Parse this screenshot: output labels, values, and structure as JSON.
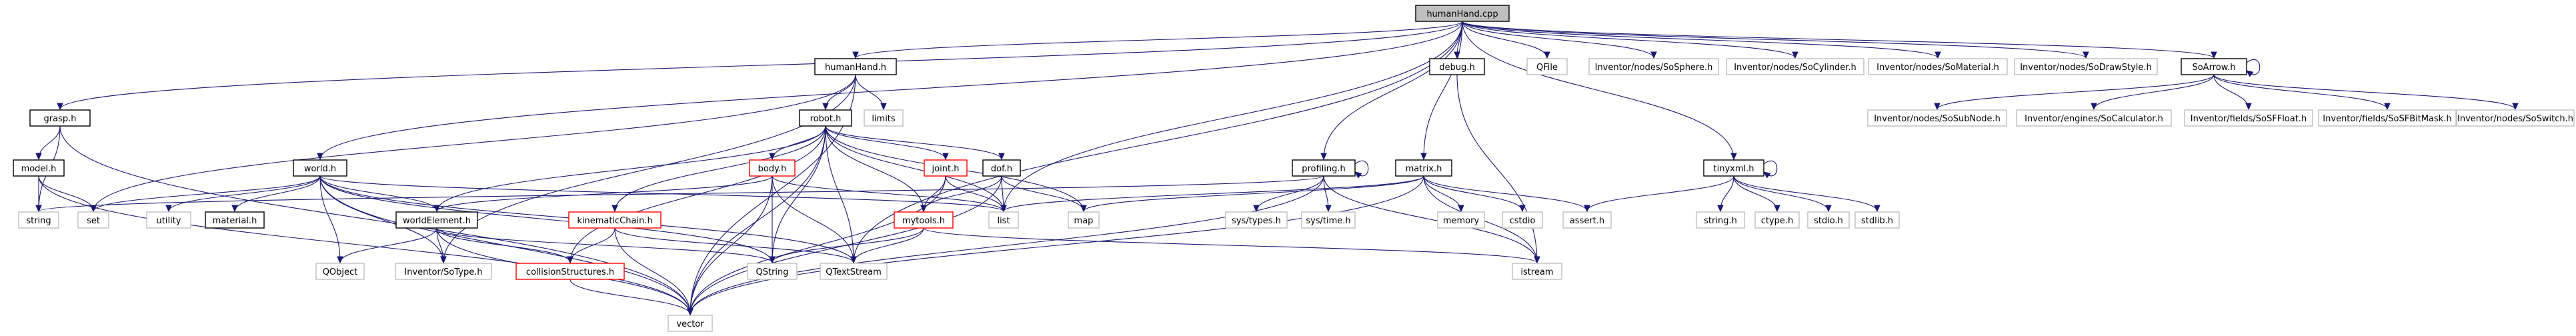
{
  "diagram": {
    "type": "include-dependency-graph",
    "colors": {
      "root_fill": "#bfbfbf",
      "edge": "#191970",
      "doc_border": "#000000",
      "undoc_border": "#ff0000",
      "external_border": "#bfbfbf",
      "text": "#000000"
    },
    "nodes": [
      {
        "id": "humanHand_cpp",
        "label": "humanHand.cpp",
        "style": "root"
      },
      {
        "id": "grasp_h",
        "label": "grasp.h",
        "style": "doc"
      },
      {
        "id": "humanHand_h",
        "label": "humanHand.h",
        "style": "doc"
      },
      {
        "id": "debug_h",
        "label": "debug.h",
        "style": "doc"
      },
      {
        "id": "QFile",
        "label": "QFile",
        "style": "external"
      },
      {
        "id": "SoSphere_h",
        "label": "Inventor/nodes/SoSphere.h",
        "style": "external"
      },
      {
        "id": "SoCylinder_h",
        "label": "Inventor/nodes/SoCylinder.h",
        "style": "external"
      },
      {
        "id": "SoMaterial_h",
        "label": "Inventor/nodes/SoMaterial.h",
        "style": "external"
      },
      {
        "id": "SoDrawStyle_h",
        "label": "Inventor/nodes/SoDrawStyle.h",
        "style": "external"
      },
      {
        "id": "SoArrow_h",
        "label": "SoArrow.h",
        "style": "doc"
      },
      {
        "id": "model_h",
        "label": "model.h",
        "style": "doc"
      },
      {
        "id": "robot_h",
        "label": "robot.h",
        "style": "doc"
      },
      {
        "id": "limits",
        "label": "limits",
        "style": "external"
      },
      {
        "id": "world_h",
        "label": "world.h",
        "style": "doc"
      },
      {
        "id": "body_h",
        "label": "body.h",
        "style": "undoc"
      },
      {
        "id": "joint_h",
        "label": "joint.h",
        "style": "undoc"
      },
      {
        "id": "dof_h",
        "label": "dof.h",
        "style": "doc"
      },
      {
        "id": "profiling_h",
        "label": "profiling.h",
        "style": "doc"
      },
      {
        "id": "matrix_h",
        "label": "matrix.h",
        "style": "doc"
      },
      {
        "id": "tinyxml_h",
        "label": "tinyxml.h",
        "style": "doc"
      },
      {
        "id": "SoSubNode_h",
        "label": "Inventor/nodes/SoSubNode.h",
        "style": "external"
      },
      {
        "id": "SoCalculator_h",
        "label": "Inventor/engines/SoCalculator.h",
        "style": "external"
      },
      {
        "id": "SoSFFloat_h",
        "label": "Inventor/fields/SoSFFloat.h",
        "style": "external"
      },
      {
        "id": "SoSFBitMask_h",
        "label": "Inventor/fields/SoSFBitMask.h",
        "style": "external"
      },
      {
        "id": "SoSwitch_h",
        "label": "Inventor/nodes/SoSwitch.h",
        "style": "external"
      },
      {
        "id": "string",
        "label": "string",
        "style": "external"
      },
      {
        "id": "set",
        "label": "set",
        "style": "external"
      },
      {
        "id": "utility",
        "label": "utility",
        "style": "external"
      },
      {
        "id": "material_h",
        "label": "material.h",
        "style": "doc"
      },
      {
        "id": "worldElement_h",
        "label": "worldElement.h",
        "style": "doc"
      },
      {
        "id": "kinematicChain_h",
        "label": "kinematicChain.h",
        "style": "undoc"
      },
      {
        "id": "mytools_h",
        "label": "mytools.h",
        "style": "undoc"
      },
      {
        "id": "list",
        "label": "list",
        "style": "external"
      },
      {
        "id": "map",
        "label": "map",
        "style": "external"
      },
      {
        "id": "sys_types_h",
        "label": "sys/types.h",
        "style": "external"
      },
      {
        "id": "sys_time_h",
        "label": "sys/time.h",
        "style": "external"
      },
      {
        "id": "memory",
        "label": "memory",
        "style": "external"
      },
      {
        "id": "cstdio",
        "label": "cstdio",
        "style": "external"
      },
      {
        "id": "assert_h",
        "label": "assert.h",
        "style": "external"
      },
      {
        "id": "string_h",
        "label": "string.h",
        "style": "external"
      },
      {
        "id": "ctype_h",
        "label": "ctype.h",
        "style": "external"
      },
      {
        "id": "stdio_h",
        "label": "stdio.h",
        "style": "external"
      },
      {
        "id": "stdlib_h",
        "label": "stdlib.h",
        "style": "external"
      },
      {
        "id": "QObject",
        "label": "QObject",
        "style": "external"
      },
      {
        "id": "SoType_h",
        "label": "Inventor/SoType.h",
        "style": "external"
      },
      {
        "id": "collisionStructures_h",
        "label": "collisionStructures.h",
        "style": "undoc"
      },
      {
        "id": "QString",
        "label": "QString",
        "style": "external"
      },
      {
        "id": "QTextStream",
        "label": "QTextStream",
        "style": "external"
      },
      {
        "id": "istream",
        "label": "istream",
        "style": "external"
      },
      {
        "id": "vector",
        "label": "vector",
        "style": "external"
      }
    ],
    "edges": [
      [
        "humanHand_cpp",
        "grasp_h"
      ],
      [
        "humanHand_cpp",
        "humanHand_h"
      ],
      [
        "humanHand_cpp",
        "debug_h"
      ],
      [
        "humanHand_cpp",
        "QFile"
      ],
      [
        "humanHand_cpp",
        "SoSphere_h"
      ],
      [
        "humanHand_cpp",
        "SoCylinder_h"
      ],
      [
        "humanHand_cpp",
        "SoMaterial_h"
      ],
      [
        "humanHand_cpp",
        "SoDrawStyle_h"
      ],
      [
        "humanHand_cpp",
        "SoArrow_h"
      ],
      [
        "humanHand_cpp",
        "world_h"
      ],
      [
        "humanHand_cpp",
        "profiling_h"
      ],
      [
        "humanHand_cpp",
        "matrix_h"
      ],
      [
        "humanHand_cpp",
        "tinyxml_h"
      ],
      [
        "humanHand_cpp",
        "list"
      ],
      [
        "humanHand_cpp",
        "QTextStream"
      ],
      [
        "grasp_h",
        "model_h"
      ],
      [
        "grasp_h",
        "string"
      ],
      [
        "grasp_h",
        "vector"
      ],
      [
        "model_h",
        "set"
      ],
      [
        "model_h",
        "string"
      ],
      [
        "model_h",
        "vector"
      ],
      [
        "humanHand_h",
        "robot_h"
      ],
      [
        "humanHand_h",
        "limits"
      ],
      [
        "humanHand_h",
        "set"
      ],
      [
        "humanHand_h",
        "SoType_h"
      ],
      [
        "humanHand_h",
        "vector"
      ],
      [
        "debug_h",
        "istream"
      ],
      [
        "SoArrow_h",
        "SoArrow_h"
      ],
      [
        "SoArrow_h",
        "SoSubNode_h"
      ],
      [
        "SoArrow_h",
        "SoCalculator_h"
      ],
      [
        "SoArrow_h",
        "SoSFFloat_h"
      ],
      [
        "SoArrow_h",
        "SoSFBitMask_h"
      ],
      [
        "SoArrow_h",
        "SoSwitch_h"
      ],
      [
        "robot_h",
        "worldElement_h"
      ],
      [
        "robot_h",
        "kinematicChain_h"
      ],
      [
        "robot_h",
        "body_h"
      ],
      [
        "robot_h",
        "joint_h"
      ],
      [
        "robot_h",
        "dof_h"
      ],
      [
        "robot_h",
        "mytools_h"
      ],
      [
        "robot_h",
        "collisionStructures_h"
      ],
      [
        "robot_h",
        "QString"
      ],
      [
        "robot_h",
        "QTextStream"
      ],
      [
        "robot_h",
        "vector"
      ],
      [
        "robot_h",
        "list"
      ],
      [
        "robot_h",
        "map"
      ],
      [
        "world_h",
        "set"
      ],
      [
        "world_h",
        "utility"
      ],
      [
        "world_h",
        "material_h"
      ],
      [
        "world_h",
        "worldElement_h"
      ],
      [
        "world_h",
        "QObject"
      ],
      [
        "world_h",
        "SoType_h"
      ],
      [
        "world_h",
        "QString"
      ],
      [
        "world_h",
        "QTextStream"
      ],
      [
        "world_h",
        "vector"
      ],
      [
        "world_h",
        "list"
      ],
      [
        "body_h",
        "worldElement_h"
      ],
      [
        "body_h",
        "QString"
      ],
      [
        "body_h",
        "QTextStream"
      ],
      [
        "body_h",
        "vector"
      ],
      [
        "body_h",
        "list"
      ],
      [
        "joint_h",
        "mytools_h"
      ],
      [
        "joint_h",
        "list"
      ],
      [
        "joint_h",
        "vector"
      ],
      [
        "dof_h",
        "mytools_h"
      ],
      [
        "dof_h",
        "list"
      ],
      [
        "dof_h",
        "map"
      ],
      [
        "dof_h",
        "vector"
      ],
      [
        "profiling_h",
        "profiling_h"
      ],
      [
        "profiling_h",
        "string"
      ],
      [
        "profiling_h",
        "sys_types_h"
      ],
      [
        "profiling_h",
        "sys_time_h"
      ],
      [
        "profiling_h",
        "istream"
      ],
      [
        "profiling_h",
        "vector"
      ],
      [
        "matrix_h",
        "memory"
      ],
      [
        "matrix_h",
        "cstdio"
      ],
      [
        "matrix_h",
        "assert_h"
      ],
      [
        "matrix_h",
        "istream"
      ],
      [
        "matrix_h",
        "vector"
      ],
      [
        "matrix_h",
        "list"
      ],
      [
        "matrix_h",
        "map"
      ],
      [
        "tinyxml_h",
        "tinyxml_h"
      ],
      [
        "tinyxml_h",
        "string_h"
      ],
      [
        "tinyxml_h",
        "ctype_h"
      ],
      [
        "tinyxml_h",
        "stdio_h"
      ],
      [
        "tinyxml_h",
        "stdlib_h"
      ],
      [
        "tinyxml_h",
        "assert_h"
      ],
      [
        "worldElement_h",
        "QObject"
      ],
      [
        "worldElement_h",
        "SoType_h"
      ],
      [
        "worldElement_h",
        "collisionStructures_h"
      ],
      [
        "worldElement_h",
        "QString"
      ],
      [
        "worldElement_h",
        "vector"
      ],
      [
        "kinematicChain_h",
        "collisionStructures_h"
      ],
      [
        "kinematicChain_h",
        "QTextStream"
      ],
      [
        "kinematicChain_h",
        "vector"
      ],
      [
        "mytools_h",
        "QString"
      ],
      [
        "mytools_h",
        "QTextStream"
      ],
      [
        "mytools_h",
        "istream"
      ],
      [
        "collisionStructures_h",
        "vector"
      ]
    ]
  }
}
